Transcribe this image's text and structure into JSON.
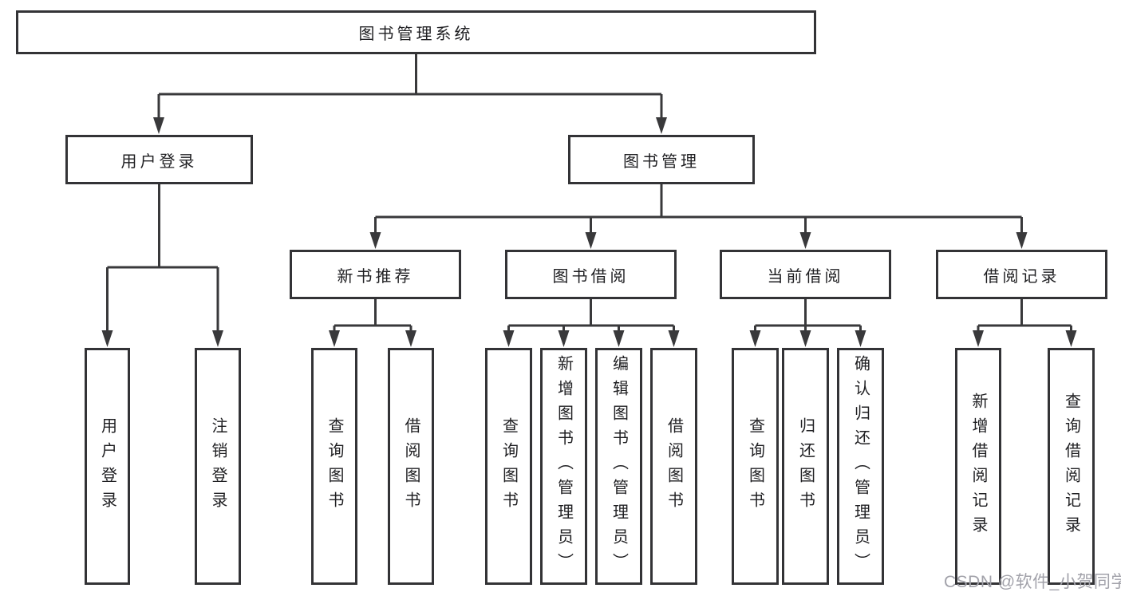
{
  "diagram_title": "图书管理系统",
  "colors": {
    "background": "#ffffff",
    "line": "#39393b",
    "border": "#333336",
    "text": "#1f1f22",
    "watermark": "#a2a2aa"
  },
  "nodes": {
    "root": {
      "label": "图书管理系统"
    },
    "user_login": {
      "label": "用户登录"
    },
    "book_mgmt": {
      "label": "图书管理"
    },
    "new_book_rec": {
      "label": "新书推荐"
    },
    "book_borrow": {
      "label": "图书借阅"
    },
    "current_borrow": {
      "label": "当前借阅"
    },
    "borrow_records": {
      "label": "借阅记录"
    },
    "leaf_user_login": {
      "label": "用户登录"
    },
    "leaf_logout": {
      "label": "注销登录"
    },
    "leaf_query_books_rec": {
      "label": "查询图书"
    },
    "leaf_borrow_books_rec": {
      "label": "借阅图书"
    },
    "leaf_query_books_bb": {
      "label": "查询图书"
    },
    "leaf_add_books_admin": {
      "label": "新增图书（管理员）"
    },
    "leaf_edit_books_admin": {
      "label": "编辑图书（管理员）"
    },
    "leaf_borrow_books_bb": {
      "label": "借阅图书"
    },
    "leaf_query_books_cur": {
      "label": "查询图书"
    },
    "leaf_return_books": {
      "label": "归还图书"
    },
    "leaf_confirm_return_admin": {
      "label": "确认归还（管理员）"
    },
    "leaf_add_borrow_record": {
      "label": "新增借阅记录"
    },
    "leaf_query_borrow_record": {
      "label": "查询借阅记录"
    }
  },
  "hierarchy": {
    "图书管理系统": {
      "用户登录": [
        "用户登录",
        "注销登录"
      ],
      "图书管理": {
        "新书推荐": [
          "查询图书",
          "借阅图书"
        ],
        "图书借阅": [
          "查询图书",
          "新增图书（管理员）",
          "编辑图书（管理员）",
          "借阅图书"
        ],
        "当前借阅": [
          "查询图书",
          "归还图书",
          "确认归还（管理员）"
        ],
        "借阅记录": [
          "新增借阅记录",
          "查询借阅记录"
        ]
      }
    }
  },
  "watermark": {
    "text": "CSDN @软件_小贺同学"
  }
}
